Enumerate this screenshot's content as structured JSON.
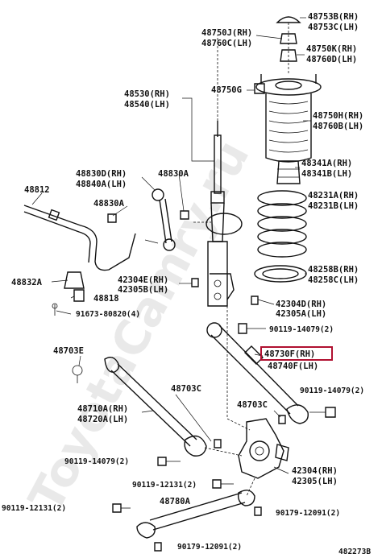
{
  "watermark": "ToyotaCamry.ru",
  "diagram_id": "482273B",
  "highlight_color": "#b01030",
  "labels": [
    {
      "id": "l01",
      "text": "48753B(RH)"
    },
    {
      "id": "l02",
      "text": "48753C(LH)"
    },
    {
      "id": "l03",
      "text": "48750J(RH)"
    },
    {
      "id": "l04",
      "text": "48760C(LH)"
    },
    {
      "id": "l05",
      "text": "48750K(RH)"
    },
    {
      "id": "l06",
      "text": "48760D(LH)"
    },
    {
      "id": "l07",
      "text": "48750G"
    },
    {
      "id": "l08",
      "text": "48530(RH)"
    },
    {
      "id": "l09",
      "text": "48540(LH)"
    },
    {
      "id": "l10",
      "text": "48750H(RH)"
    },
    {
      "id": "l11",
      "text": "48760B(LH)"
    },
    {
      "id": "l12",
      "text": "48341A(RH)"
    },
    {
      "id": "l13",
      "text": "48341B(LH)"
    },
    {
      "id": "l14",
      "text": "48830D(RH)"
    },
    {
      "id": "l15",
      "text": "48840A(LH)"
    },
    {
      "id": "l16",
      "text": "48830A"
    },
    {
      "id": "l17",
      "text": "48231A(RH)"
    },
    {
      "id": "l18",
      "text": "48231B(LH)"
    },
    {
      "id": "l19",
      "text": "48812"
    },
    {
      "id": "l20",
      "text": "48830A"
    },
    {
      "id": "l21",
      "text": "48258B(RH)"
    },
    {
      "id": "l22",
      "text": "48258C(LH)"
    },
    {
      "id": "l23",
      "text": "48832A"
    },
    {
      "id": "l24",
      "text": "42304E(RH)"
    },
    {
      "id": "l25",
      "text": "42305B(LH)"
    },
    {
      "id": "l26",
      "text": "48818"
    },
    {
      "id": "l27",
      "text": "42304D(RH)"
    },
    {
      "id": "l28",
      "text": "42305A(LH)"
    },
    {
      "id": "l29",
      "text": "91673-80820(4)"
    },
    {
      "id": "l30",
      "text": "90119-14079(2)"
    },
    {
      "id": "l31",
      "text": "48703E"
    },
    {
      "id": "l32",
      "text": "48730F(RH)"
    },
    {
      "id": "l33",
      "text": "48740F(LH)"
    },
    {
      "id": "l34",
      "text": "48703C"
    },
    {
      "id": "l35",
      "text": "90119-14079(2)"
    },
    {
      "id": "l36",
      "text": "48703C"
    },
    {
      "id": "l37",
      "text": "48710A(RH)"
    },
    {
      "id": "l38",
      "text": "48720A(LH)"
    },
    {
      "id": "l39",
      "text": "90119-14079(2)"
    },
    {
      "id": "l40",
      "text": "42304(RH)"
    },
    {
      "id": "l41",
      "text": "42305(LH)"
    },
    {
      "id": "l42",
      "text": "90119-12131(2)"
    },
    {
      "id": "l43",
      "text": "48780A"
    },
    {
      "id": "l44",
      "text": "90119-12131(2)"
    },
    {
      "id": "l45",
      "text": "90179-12091(2)"
    },
    {
      "id": "l46",
      "text": "90179-12091(2)"
    }
  ]
}
